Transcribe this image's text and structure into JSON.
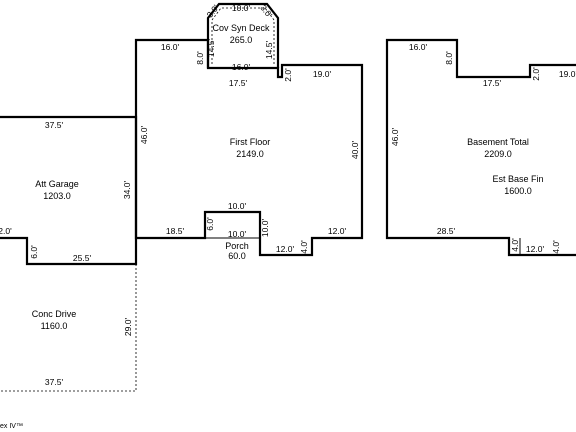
{
  "footer_text": "ex IV™",
  "areas": {
    "deck": {
      "name": "Cov Syn Deck",
      "area": "265.0"
    },
    "first": {
      "name": "First Floor",
      "area": "2149.0"
    },
    "garage": {
      "name": "Att Garage",
      "area": "1203.0"
    },
    "porch": {
      "name": "Porch",
      "area": "60.0"
    },
    "drive": {
      "name": "Conc Drive",
      "area": "1160.0"
    },
    "basement": {
      "name": "Basement Total",
      "area": "2209.0"
    },
    "base_fin": {
      "name": "Est Base Fin",
      "area": "1600.0"
    }
  },
  "dimensions": {
    "deck_diag_left": "3.0'",
    "deck_top": "10.0'",
    "deck_diag_right": "3.0'",
    "deck_left": "14.5'",
    "deck_right": "14.5'",
    "deck_bottom": "16.0'",
    "ff_top_left": "16.0'",
    "ff_step_left": "8.0'",
    "ff_mid": "17.5'",
    "ff_step_right": "2.0'",
    "ff_top_right": "19.0'",
    "ff_left": "46.0'",
    "ff_right": "40.0'",
    "ff_bottom_left": "18.5'",
    "porch_left": "6.0'",
    "porch_top": "10.0'",
    "porch_right": "10.0'",
    "porch_bottom": "10.0'",
    "ff_notch_right": "4.0'",
    "ff_bottom_notch": "12.0'",
    "ff_bottom_right": "12.0'",
    "ga_top": "37.5'",
    "ga_right": "34.0'",
    "ga_bottom_left": "2.0'",
    "ga_step": "6.0'",
    "ga_bottom": "25.5'",
    "drive_right": "29.0'",
    "drive_bottom": "37.5'",
    "bs_top_left": "16.0'",
    "bs_step_left": "8.0'",
    "bs_mid": "17.5'",
    "bs_step_right": "2.0'",
    "bs_top_right": "19.0'",
    "bs_left": "46.0'",
    "bs_bottom_left": "28.5'",
    "bs_notch_left": "4.0'",
    "bs_notch_bottom": "12.0'",
    "bs_notch_right": "4.0'"
  }
}
